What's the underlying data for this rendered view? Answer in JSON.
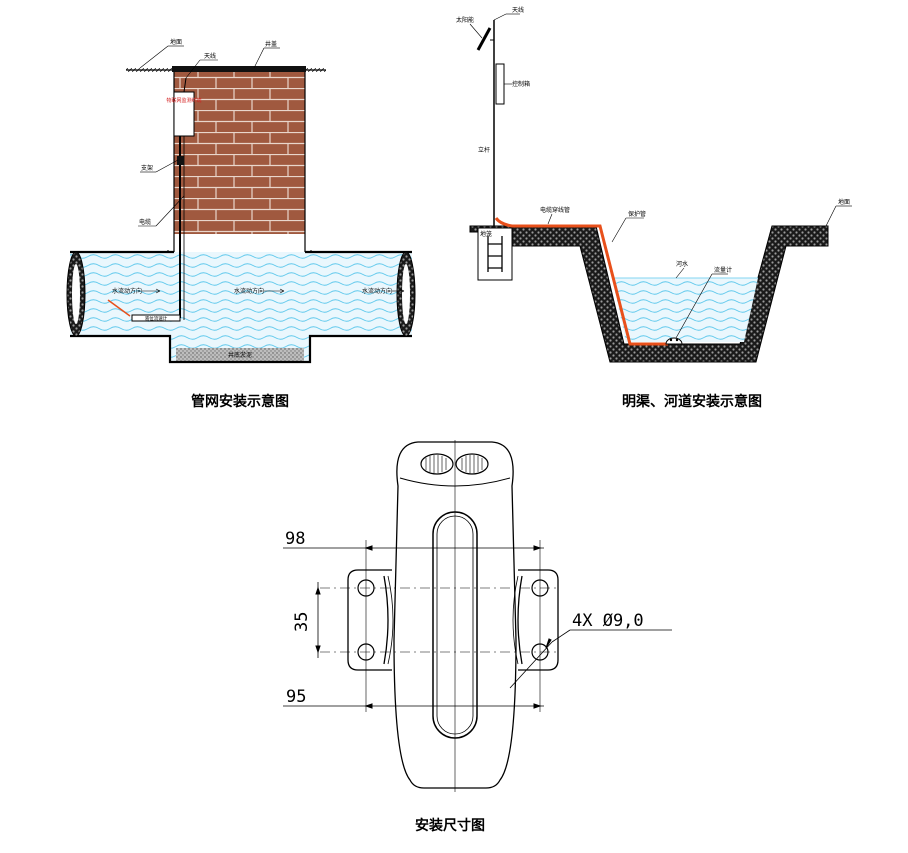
{
  "colors": {
    "brick": "#a0593f",
    "mortar": "#e9d6cb",
    "water": "#e8f6fc",
    "wave": "#5ec8ec",
    "gravel": "#5b5b5b",
    "cable": "#e8501b",
    "sensor_text": "#d42020"
  },
  "pipe_diagram": {
    "caption": "管网安装示意图",
    "ground_label": "地面",
    "antenna_label": "天线",
    "manhole_cover_label": "井盖",
    "bracket_label": "支架",
    "cable_label": "电缆",
    "device_label": "物联网监测终端",
    "flow_labels": [
      "水流动方向",
      "水流动方向",
      "水流动方向"
    ],
    "sensor_label": "液位流速计",
    "well_bottom_label": "井底淤泥"
  },
  "channel_diagram": {
    "caption": "明渠、河道安装示意图",
    "solar_label": "太阳能",
    "antenna_label": "天线",
    "controller_label": "控制箱",
    "pole_label": "立杆",
    "cable_pipe_label": "电缆穿线管",
    "protection_label": "保护管",
    "ground_label": "地面",
    "water_label": "河水",
    "sensor_label": "流量计",
    "foundation_label": "地笼"
  },
  "dimension_diagram": {
    "caption": "安装尺寸图",
    "dim_top": "98",
    "dim_vertical": "35",
    "dim_bottom": "95",
    "hole_spec": "4X Ø9,0"
  }
}
